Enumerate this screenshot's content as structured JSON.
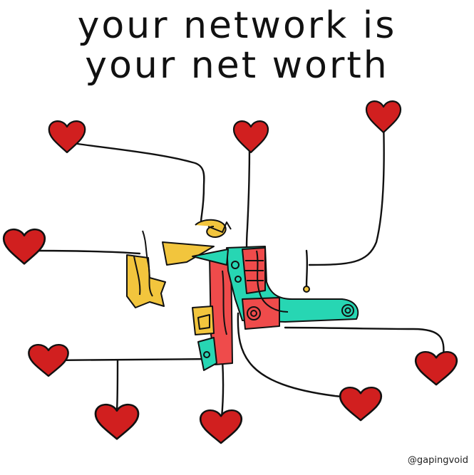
{
  "title": {
    "line1": "your network is",
    "line2": "your net worth"
  },
  "credit": "@gapingvoid",
  "colors": {
    "heart": "#d11f1f",
    "yellow": "#f2c53d",
    "teal": "#27d6b3",
    "red": "#ef4b4b",
    "outline": "#111111"
  }
}
